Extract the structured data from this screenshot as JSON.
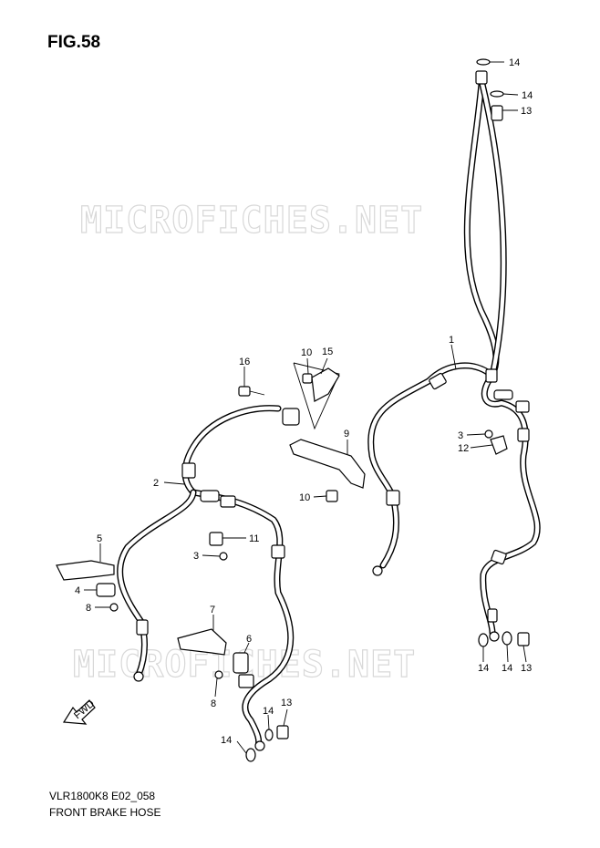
{
  "figure_title": "FIG.58",
  "model_code": "VLR1800K8 E02_058",
  "caption": "FRONT BRAKE HOSE",
  "watermark": "MICROFICHES.NET",
  "direction_label": "FWD",
  "callouts": [
    {
      "id": "c14a",
      "label": "14"
    },
    {
      "id": "c14b",
      "label": "14"
    },
    {
      "id": "c13a",
      "label": "13"
    },
    {
      "id": "c1",
      "label": "1"
    },
    {
      "id": "c16",
      "label": "16"
    },
    {
      "id": "c10a",
      "label": "10"
    },
    {
      "id": "c15",
      "label": "15"
    },
    {
      "id": "c9",
      "label": "9"
    },
    {
      "id": "c3a",
      "label": "3"
    },
    {
      "id": "c12",
      "label": "12"
    },
    {
      "id": "c2",
      "label": "2"
    },
    {
      "id": "c10b",
      "label": "10"
    },
    {
      "id": "c5",
      "label": "5"
    },
    {
      "id": "c11",
      "label": "11"
    },
    {
      "id": "c3b",
      "label": "3"
    },
    {
      "id": "c4",
      "label": "4"
    },
    {
      "id": "c8a",
      "label": "8"
    },
    {
      "id": "c7",
      "label": "7"
    },
    {
      "id": "c6",
      "label": "6"
    },
    {
      "id": "c8b",
      "label": "8"
    },
    {
      "id": "c14c",
      "label": "14"
    },
    {
      "id": "c14d",
      "label": "14"
    },
    {
      "id": "c13b",
      "label": "13"
    },
    {
      "id": "c14e",
      "label": "14"
    },
    {
      "id": "c14f",
      "label": "14"
    },
    {
      "id": "c13c",
      "label": "13"
    }
  ]
}
